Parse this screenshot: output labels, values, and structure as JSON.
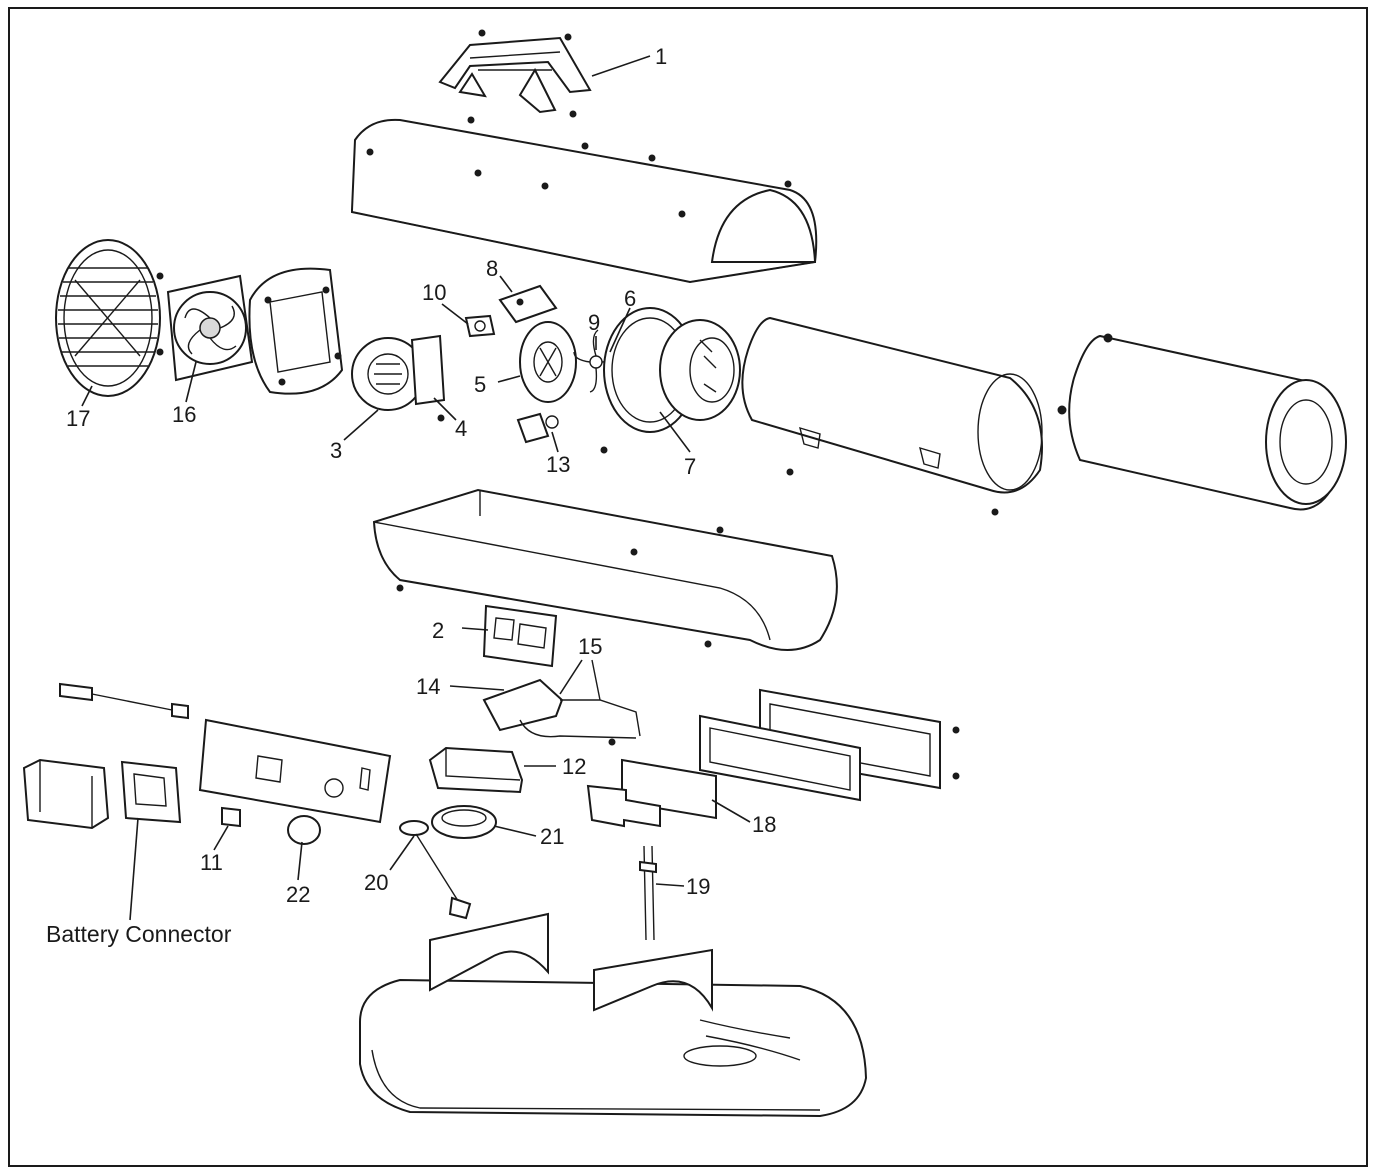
{
  "diagram": {
    "callouts": [
      {
        "id": "1",
        "label": "1"
      },
      {
        "id": "2",
        "label": "2"
      },
      {
        "id": "3",
        "label": "3"
      },
      {
        "id": "4",
        "label": "4"
      },
      {
        "id": "5",
        "label": "5"
      },
      {
        "id": "6",
        "label": "6"
      },
      {
        "id": "7",
        "label": "7"
      },
      {
        "id": "8",
        "label": "8"
      },
      {
        "id": "9",
        "label": "9"
      },
      {
        "id": "10",
        "label": "10"
      },
      {
        "id": "11",
        "label": "11"
      },
      {
        "id": "12",
        "label": "12"
      },
      {
        "id": "13",
        "label": "13"
      },
      {
        "id": "14",
        "label": "14"
      },
      {
        "id": "15",
        "label": "15"
      },
      {
        "id": "16",
        "label": "16"
      },
      {
        "id": "17",
        "label": "17"
      },
      {
        "id": "18",
        "label": "18"
      },
      {
        "id": "19",
        "label": "19"
      },
      {
        "id": "20",
        "label": "20"
      },
      {
        "id": "21",
        "label": "21"
      },
      {
        "id": "22",
        "label": "22"
      }
    ],
    "battery_connector_label": "Battery Connector"
  }
}
